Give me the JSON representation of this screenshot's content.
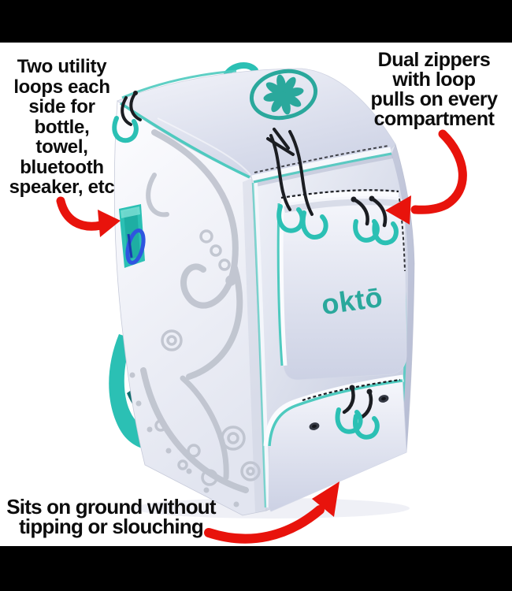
{
  "scene": {
    "background": "#ffffff",
    "letterbox_color": "#000000",
    "text_color": "#0c0c0c"
  },
  "callouts": {
    "left": {
      "lines": [
        "Two utility",
        "loops each",
        "side for",
        "bottle,",
        "towel,",
        "bluetooth",
        "speaker, etc"
      ]
    },
    "right": {
      "lines": [
        "Dual zippers",
        "with loop",
        "pulls on every",
        "compartment"
      ]
    },
    "bottom": {
      "lines": [
        "Sits on ground without",
        "tipping or slouching"
      ]
    }
  },
  "product": {
    "brand": "oktō",
    "colors": {
      "accent": "#2bc0b4",
      "accent_dark": "#149e95",
      "piping": "#4ecabf",
      "logo": "#2aa89c",
      "print": "#b9bdc9",
      "arrow_red": "#e8130c",
      "carabiner_blue": "#2f55e0",
      "zipper_black": "#1b1d22"
    }
  }
}
